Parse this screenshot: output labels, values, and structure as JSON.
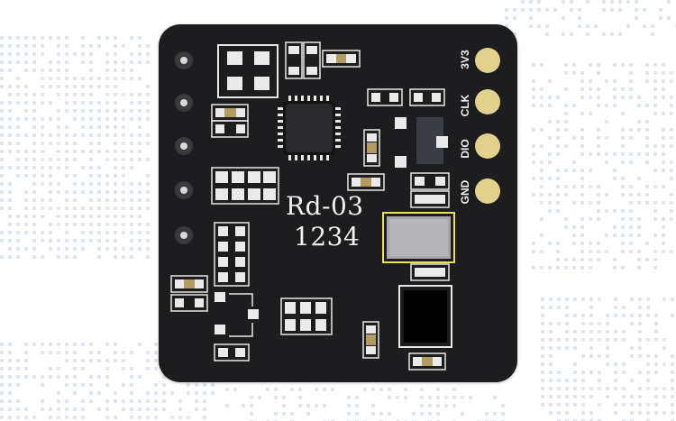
{
  "board": {
    "model": "Rd-03",
    "serial": "1234",
    "crystal_marking": "",
    "colors": {
      "pcb": "#1d1d1f",
      "pad_gold": "#e2d08d",
      "silkscreen": "#f2f2f2",
      "background_dots": "#dfe6ee"
    }
  },
  "pins": [
    {
      "label": "3V3"
    },
    {
      "label": "CLK"
    },
    {
      "label": "DIO"
    },
    {
      "label": "GND"
    }
  ]
}
